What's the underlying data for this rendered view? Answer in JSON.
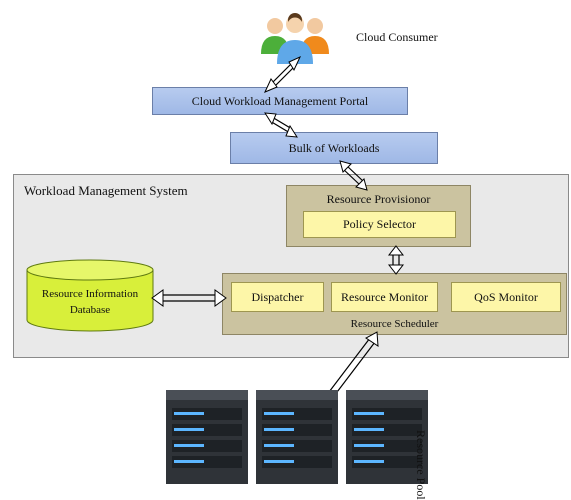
{
  "consumer": {
    "label": "Cloud Consumer"
  },
  "portal": {
    "label": "Cloud Workload Management Portal"
  },
  "workloads": {
    "label": "Bulk of Workloads"
  },
  "wms": {
    "title": "Workload Management System"
  },
  "provisionor": {
    "title": "Resource Provisionor",
    "policy_selector": "Policy Selector"
  },
  "database": {
    "label_line1": "Resource Information",
    "label_line2": "Database"
  },
  "scheduler": {
    "title": "Resource Scheduler",
    "dispatcher": "Dispatcher",
    "resource_monitor": "Resource Monitor",
    "qos_monitor": "QoS Monitor"
  },
  "pool": {
    "label": "Resource Pool"
  },
  "colors": {
    "blue_box": "#a9c0ea",
    "khaki": "#cbc3a0",
    "yellow": "#fdf6a8",
    "database_green": "#d8ef3a",
    "wms_bg": "#e9e9e9"
  },
  "icons": [
    "users-icon",
    "server-icon"
  ]
}
